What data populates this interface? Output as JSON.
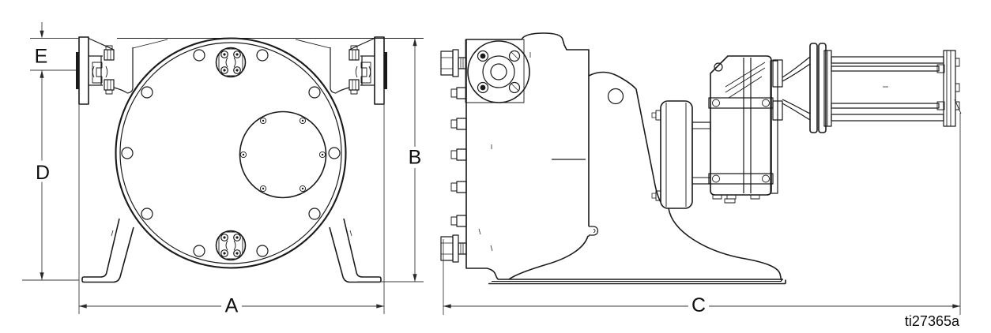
{
  "figure": {
    "reference_code": "ti27365a",
    "colors": {
      "line": "#1a1a1a",
      "background": "#ffffff"
    },
    "views": {
      "front": {
        "dimension_labels": {
          "A": "A",
          "B": "B",
          "D": "D",
          "E": "E"
        }
      },
      "side": {
        "dimension_labels": {
          "C": "C"
        }
      }
    }
  }
}
